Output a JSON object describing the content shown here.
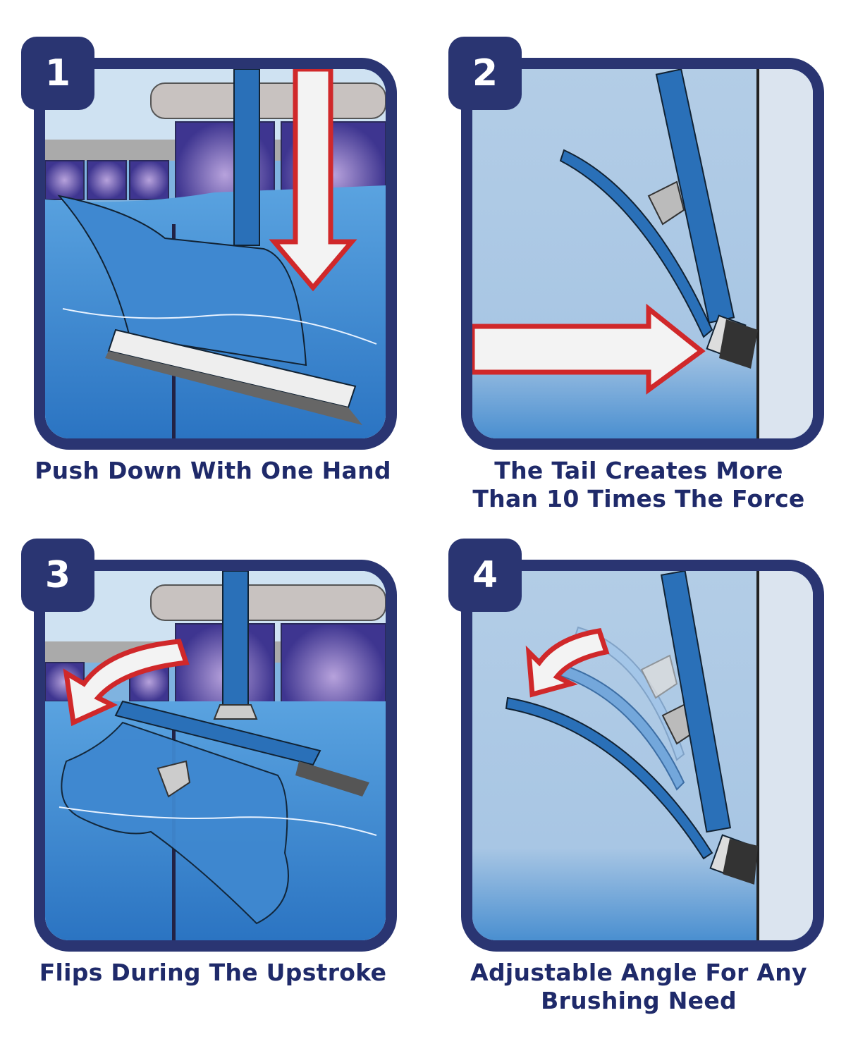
{
  "steps": [
    {
      "number": "1",
      "caption": "Push Down With One Hand"
    },
    {
      "number": "2",
      "caption": "The Tail Creates More\nThan 10 Times The Force"
    },
    {
      "number": "3",
      "caption": "Flips During The Upstroke"
    },
    {
      "number": "4",
      "caption": "Adjustable Angle For Any\nBrushing Need"
    }
  ],
  "colors": {
    "frame": "#2a3572",
    "water": "#4a8fd0",
    "arrow_outline": "#d0282a",
    "tile": "#5a4fa0",
    "caption": "#1f2a6a"
  },
  "icons": [
    "down-arrow-icon",
    "right-arrow-icon",
    "curved-arrow-icon",
    "curved-arrow-icon"
  ]
}
